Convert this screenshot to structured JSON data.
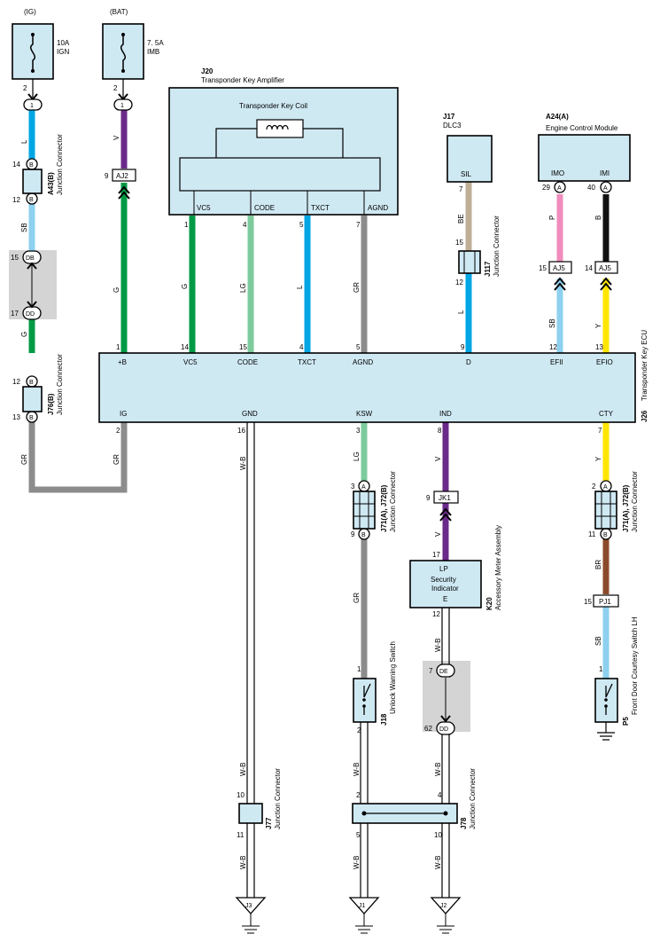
{
  "colors": {
    "L": "#00a6e4",
    "V": "#6a2a8a",
    "G": "#009a44",
    "LG": "#7dcb9c",
    "GR": "#8c8c8c",
    "SB": "#8ed0ef",
    "BE": "#bfae96",
    "P": "#f08cbd",
    "B": "#111111",
    "Y": "#ffe600",
    "BR": "#8b4a2b",
    "box": "#cfe9f3",
    "gray_area": "#d4d4d4"
  },
  "fuses": {
    "ig": {
      "supply": "(IG)",
      "rating": "10A",
      "name": "IGN",
      "pin": "2",
      "conn": "1"
    },
    "bat": {
      "supply": "(BAT)",
      "rating": "7. 5A",
      "name": "IMB",
      "pin": "2",
      "conn": "1"
    }
  },
  "components": {
    "j20": {
      "id": "J20",
      "name": "Transponder Key Amplifier",
      "coil": "Transponder Key Coil",
      "terms": [
        "VC5",
        "CODE",
        "TXCT",
        "AGND"
      ],
      "pins": [
        "1",
        "4",
        "5",
        "7"
      ]
    },
    "j17": {
      "id": "J17",
      "name": "DLC3",
      "term": "SIL",
      "pin": "7"
    },
    "a24": {
      "id": "A24(A)",
      "name": "Engine Control Module",
      "terms": [
        "IMO",
        "IMI"
      ],
      "pins": [
        "29",
        "40"
      ],
      "conn": "A"
    },
    "j26": {
      "id": "J26",
      "name": "Transponder Key ECU",
      "top_terms": [
        "+B",
        "VC5",
        "CODE",
        "TXCT",
        "AGND",
        "D",
        "EFII",
        "EFIO"
      ],
      "top_pins": [
        "1",
        "14",
        "15",
        "4",
        "5",
        "9",
        "12",
        "13"
      ],
      "bottom_terms": [
        "IG",
        "GND",
        "KSW",
        "IND",
        "CTY"
      ],
      "bottom_pins": [
        "2",
        "16",
        "3",
        "8",
        "7"
      ]
    },
    "a43": {
      "id": "A43(B)",
      "name": "Junction Connector",
      "pins": [
        "14",
        "12"
      ],
      "conn": "B"
    },
    "j76": {
      "id": "J76(B)",
      "name": "Junction Connector",
      "pins": [
        "12",
        "13"
      ],
      "conn": "B"
    },
    "j117": {
      "id": "J117",
      "name": "Junction Connector",
      "pins": [
        "15",
        "12"
      ]
    },
    "j71_left": {
      "id": "J71(A), J72(B)",
      "name": "Junction Connector",
      "pins": [
        "3",
        "9"
      ],
      "conns": [
        "A",
        "B"
      ]
    },
    "j71_right": {
      "id": "J71(A), J72(B)",
      "name": "Junction Connector",
      "pins": [
        "2",
        "11"
      ],
      "conns": [
        "A",
        "B"
      ]
    },
    "k20": {
      "id": "K20",
      "name": "Accessory Meter Assembly",
      "lines": [
        "LP",
        "Security",
        "Indicator",
        "E"
      ],
      "pins": [
        "17",
        "12"
      ]
    },
    "j18": {
      "id": "J18",
      "name": "Unlock Warning Switch",
      "pins": [
        "1",
        "2"
      ]
    },
    "p5": {
      "id": "P5",
      "name": "Front Door Courtesy Switch LH",
      "pin": "1"
    },
    "j77": {
      "id": "J77",
      "name": "Junction Connector",
      "pins": [
        "10",
        "11"
      ]
    },
    "j78": {
      "id": "J78",
      "name": "Junction Connector",
      "pins": [
        "2",
        "4",
        "5",
        "10"
      ]
    }
  },
  "connectors": {
    "aj2": {
      "label": "AJ2",
      "pin": "9"
    },
    "aj5a": {
      "label": "AJ5",
      "pin": "15"
    },
    "aj5b": {
      "label": "AJ5",
      "pin": "14"
    },
    "jk1": {
      "label": "JK1",
      "pin": "9"
    },
    "pj1": {
      "label": "PJ1",
      "pin": "15"
    },
    "db_dd": {
      "top": "DB",
      "top_pin": "15",
      "bottom": "DD",
      "bottom_pin": "17"
    },
    "de_dd": {
      "top": "DE",
      "top_pin": "7",
      "bottom": "DD",
      "bottom_pin": "62"
    }
  },
  "wires": {
    "ig1": "L",
    "ig2": "SB",
    "ig3": "G",
    "ig4": "GR",
    "ig5": "GR",
    "bat1": "V",
    "bat2": "G",
    "vc5": "G",
    "code": "LG",
    "txct": "L",
    "agnd": "GR",
    "sil1": "BE",
    "sil2": "L",
    "imo1": "P",
    "imo2": "SB",
    "imi1": "B",
    "imi2": "Y",
    "gnd1": "W-B",
    "gnd2": "W-B",
    "gnd3": "W-B",
    "ksw1": "LG",
    "ksw2": "GR",
    "ksw3": "W-B",
    "ksw4": "W-B",
    "ind1": "V",
    "ind2": "V",
    "ind3": "W-B",
    "ind4": "W-B",
    "ind5": "W-B",
    "cty1": "Y",
    "cty2": "BR",
    "cty3": "SB"
  },
  "grounds": [
    "J3",
    "J1",
    "J2"
  ]
}
